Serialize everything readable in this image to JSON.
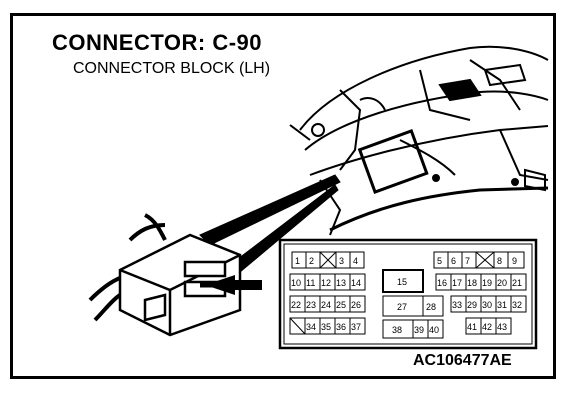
{
  "title": "CONNECTOR: C-90",
  "subtitle": "CONNECTOR BLOCK (LH)",
  "reference_code": "AC106477AE",
  "connector": {
    "row1": [
      "1",
      "2",
      "",
      "3",
      "4",
      "",
      "",
      "",
      "5",
      "6",
      "7",
      "",
      "8",
      "9"
    ],
    "row2": [
      "10",
      "11",
      "12",
      "13",
      "14",
      "",
      "",
      "16",
      "17",
      "18",
      "19",
      "20",
      "21"
    ],
    "row3": [
      "22",
      "23",
      "24",
      "25",
      "26",
      "",
      "",
      "29",
      "30",
      "31",
      "32",
      "33"
    ],
    "row4": [
      "",
      "34",
      "35",
      "36",
      "37",
      "",
      "",
      "",
      "41",
      "42",
      "43"
    ],
    "center_top": "15",
    "center_mid_left": "27",
    "center_mid_right": "28",
    "center_bot_left": "38",
    "center_bot_mid": "39",
    "center_bot_right": "40"
  }
}
